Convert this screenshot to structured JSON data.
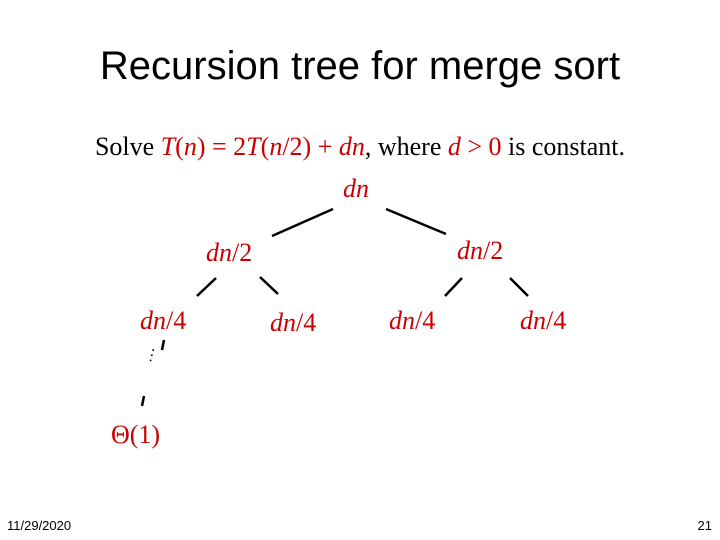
{
  "slide": {
    "title": "Recursion tree for merge sort",
    "statement": {
      "prefix": "Solve ",
      "T1": "T",
      "lp1": "(",
      "n1": "n",
      "rp1": ")",
      "eq": " = 2",
      "T2": "T",
      "lp2": "(",
      "n2": "n",
      "div": "/2) + ",
      "d1": "dn",
      "mid": ", where ",
      "d2": "d",
      "gt": " > 0",
      "suffix": " is constant."
    },
    "tree": {
      "root": {
        "italic": "dn",
        "rest": ""
      },
      "level1": [
        {
          "italic": "dn",
          "rest": "/2"
        },
        {
          "italic": "dn",
          "rest": "/2"
        }
      ],
      "level2": [
        {
          "italic": "dn",
          "rest": "/4"
        },
        {
          "italic": "dn",
          "rest": "/4"
        },
        {
          "italic": "dn",
          "rest": "/4"
        },
        {
          "italic": "dn",
          "rest": "/4"
        }
      ],
      "ellipsis": "…",
      "leaf": "Θ(1)"
    },
    "footer": {
      "date": "11/29/2020",
      "page": "21"
    }
  },
  "colors": {
    "accent": "#cc0000",
    "text": "#000000"
  }
}
